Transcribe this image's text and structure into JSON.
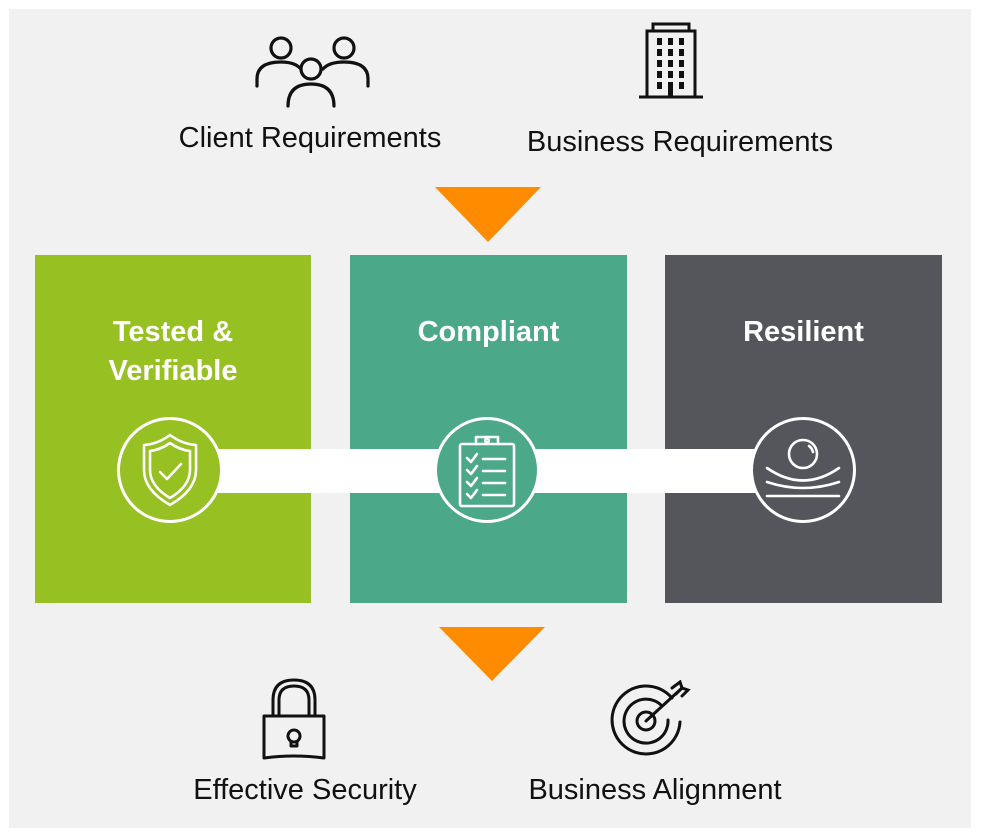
{
  "inputs": [
    {
      "label": "Client Requirements",
      "icon": "people-group-icon"
    },
    {
      "label": "Business Requirements",
      "icon": "office-building-icon"
    }
  ],
  "pillars": [
    {
      "title": "Tested &\nVerifiable",
      "icon": "shield-check-icon",
      "color": "#97c023"
    },
    {
      "title": "Compliant",
      "icon": "clipboard-checklist-icon",
      "color": "#4ba888"
    },
    {
      "title": "Resilient",
      "icon": "ball-on-waves-icon",
      "color": "#55565b"
    }
  ],
  "outcomes": [
    {
      "label": "Effective Security",
      "icon": "padlock-icon"
    },
    {
      "label": "Business Alignment",
      "icon": "target-arrow-icon"
    }
  ],
  "colors": {
    "arrow": "#ff8c00",
    "background": "#f1f1f1",
    "text": "#111111"
  }
}
